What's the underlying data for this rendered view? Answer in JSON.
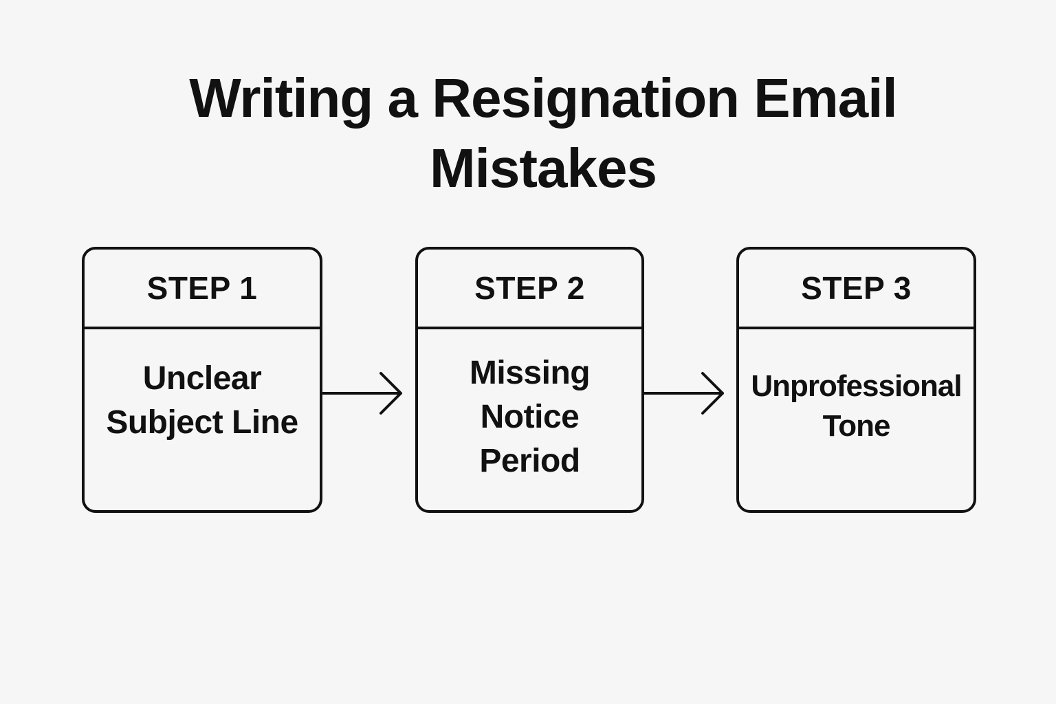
{
  "title": {
    "line1": "Writing a Resignation Email",
    "line2": "Mistakes"
  },
  "steps": [
    {
      "label": "STEP 1",
      "lines": [
        "Unclear",
        "Subject Line"
      ]
    },
    {
      "label": "STEP 2",
      "lines": [
        "Missing",
        "Notice",
        "Period"
      ]
    },
    {
      "label": "STEP 3",
      "lines": [
        "Unprofessional",
        "Tone"
      ]
    }
  ],
  "colors": {
    "background": "#f6f6f6",
    "stroke": "#111111"
  }
}
